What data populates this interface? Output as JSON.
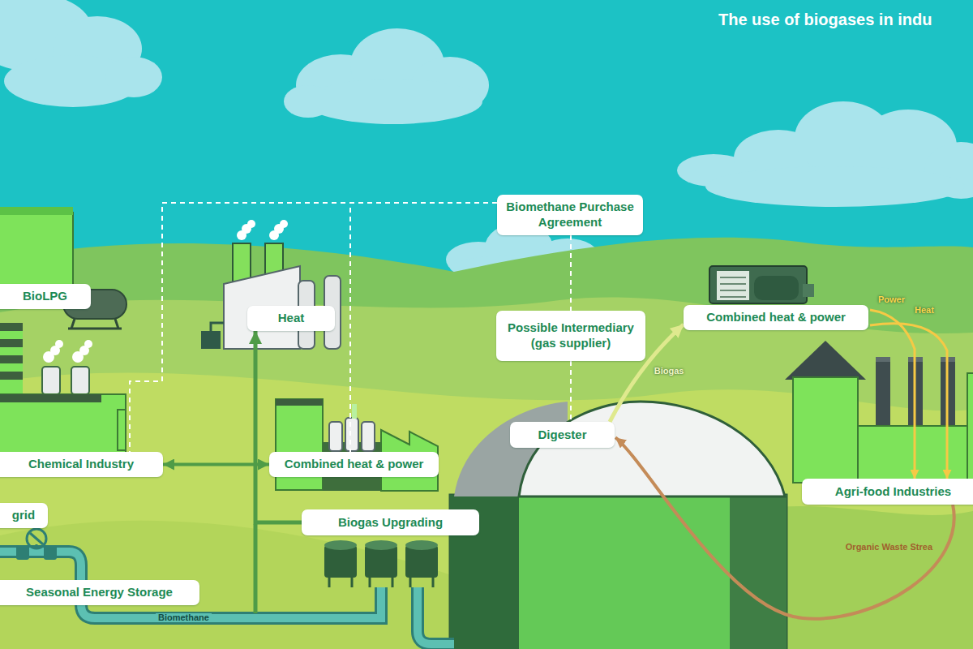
{
  "diagram": {
    "title": "The use of biogases in indu",
    "nodes": [
      {
        "text": [
          "Biomethane Purchase Agreement"
        ]
      },
      {
        "text": [
          "BioLPG"
        ]
      },
      {
        "text": [
          "Heat"
        ]
      },
      {
        "text": [
          "Possible Intermediary (gas supplier)"
        ]
      },
      {
        "text": [
          "Combined heat & power"
        ]
      },
      {
        "text": [
          "Digester"
        ]
      },
      {
        "text": [
          "Chemical Industry"
        ]
      },
      {
        "text": [
          "Combined heat & power"
        ]
      },
      {
        "text": [
          "Agri-food Industries"
        ]
      },
      {
        "text": [
          "grid"
        ]
      },
      {
        "text": [
          "Biogas Upgrading"
        ]
      },
      {
        "text": [
          "Seasonal Energy Storage"
        ]
      }
    ],
    "edges": [
      {
        "from": 0,
        "to": 6,
        "arrow": "none"
      },
      {
        "from": 0,
        "to": 7,
        "arrow": "none"
      },
      {
        "from": 0,
        "to": 3,
        "arrow": "none"
      },
      {
        "from": 3,
        "to": 5,
        "arrow": "none"
      },
      {
        "from": 10,
        "to": 2,
        "arrow": "to"
      },
      {
        "from": 6,
        "to": 7,
        "arrow": "both"
      },
      {
        "from": 5,
        "to": 4,
        "arrow": "to",
        "label": "Biogas"
      },
      {
        "from": 4,
        "to": 8,
        "arrow": "to",
        "label": "Power"
      },
      {
        "from": 4,
        "to": 8,
        "arrow": "to",
        "label": "Heat"
      },
      {
        "from": 8,
        "to": 5,
        "arrow": "to",
        "label": "Organic Waste Strea"
      }
    ],
    "labels": [
      "Biomethane"
    ]
  }
}
